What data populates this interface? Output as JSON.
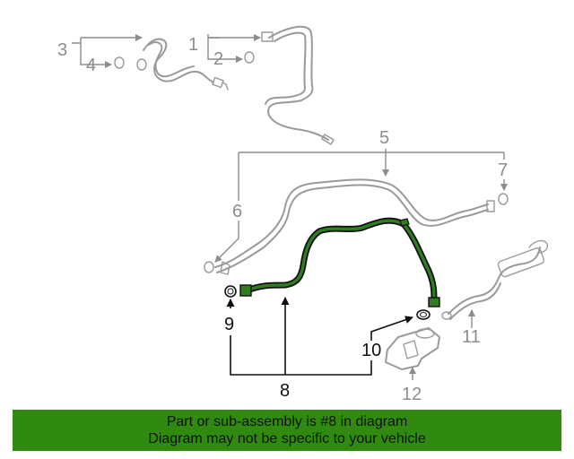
{
  "diagram": {
    "callouts": {
      "c1": "1",
      "c2": "2",
      "c3": "3",
      "c4": "4",
      "c5": "5",
      "c6": "6",
      "c7": "7",
      "c8": "8",
      "c9": "9",
      "c10": "10",
      "c11": "11",
      "c12": "12"
    },
    "colors": {
      "highlight_part": "#2f7d1f",
      "other_parts": "#9a9a9a",
      "banner": "#2f8a0f"
    }
  },
  "banner": {
    "line1": "Part or sub-assembly is #8 in diagram",
    "line2": "Diagram may not be specific to your vehicle"
  }
}
